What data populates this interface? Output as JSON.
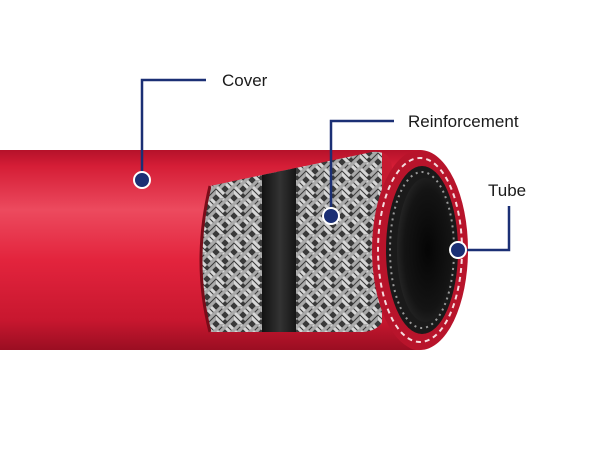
{
  "labels": {
    "cover": "Cover",
    "reinforcement": "Reinforcement",
    "tube": "Tube"
  },
  "colors": {
    "cover_red": "#e1203a",
    "callout_navy": "#1b2f74",
    "tube_black": "#111111",
    "braid_silver": "#c8c8c8"
  }
}
